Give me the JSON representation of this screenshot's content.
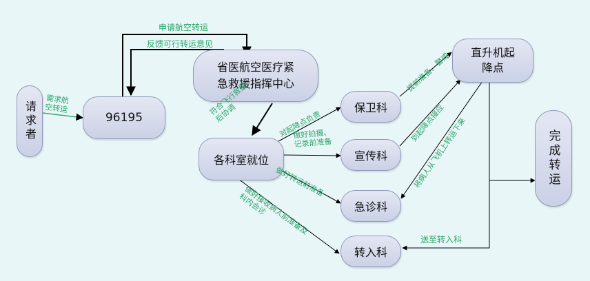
{
  "nodes": {
    "requester": "请求者",
    "hotline": "96195",
    "command_center": "省医航空医疗紧\n急救援指挥中心",
    "departments": "各科室就位",
    "security": "保卫科",
    "publicity": "宣传科",
    "emergency": "急诊科",
    "receiving": "转入科",
    "helipad": "直升机起\n降点",
    "complete": "完成转运"
  },
  "edge_labels": {
    "apply": "申请航空转运",
    "feedback": "反馈可行转运意见",
    "need_transfer": "需求航\n空转运",
    "coordinate": "符合飞行救援\n后协调",
    "security_duty": "对起降点负责",
    "publicity_duty": "做好拍摄、\n记录前准备",
    "emergency_duty": "做好转运前准备",
    "receiving_duty": "做好接收病人前准备及\n科内会诊",
    "security_to_helipad": "提前准备、警戒",
    "publicity_to_helipad": "到起降点接应",
    "emergency_to_helipad": "将病人从飞机上转运下来",
    "send_to_receiving": "送至转入科"
  },
  "colors": {
    "node_fill_top": "#e4e7f3",
    "node_fill_bottom": "#cbd1e6",
    "node_border": "#8e98b8",
    "label_green": "#2aa66a",
    "arrow": "#000000",
    "background": "#e9f6f8"
  }
}
